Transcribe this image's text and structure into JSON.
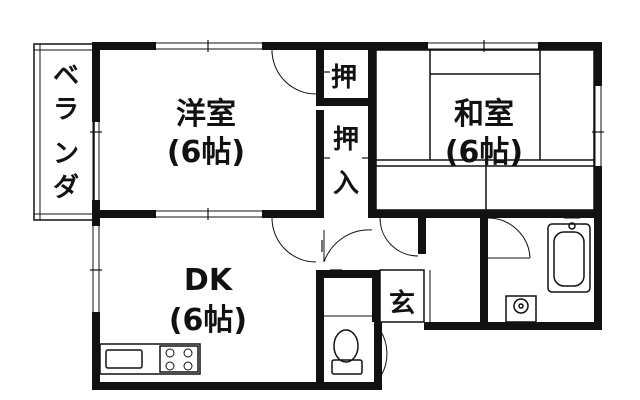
{
  "rooms": {
    "western": {
      "name": "洋室",
      "size": "(6帖)"
    },
    "japanese": {
      "name": "和室",
      "size": "(6帖)"
    },
    "dk": {
      "name": "DK",
      "size": "(6帖)"
    }
  },
  "labels": {
    "closet_small": "押",
    "closet_large_1": "押",
    "closet_large_2": "入",
    "entrance": "玄",
    "veranda": [
      "ベ",
      "ラ",
      "ン",
      "ダ"
    ]
  }
}
